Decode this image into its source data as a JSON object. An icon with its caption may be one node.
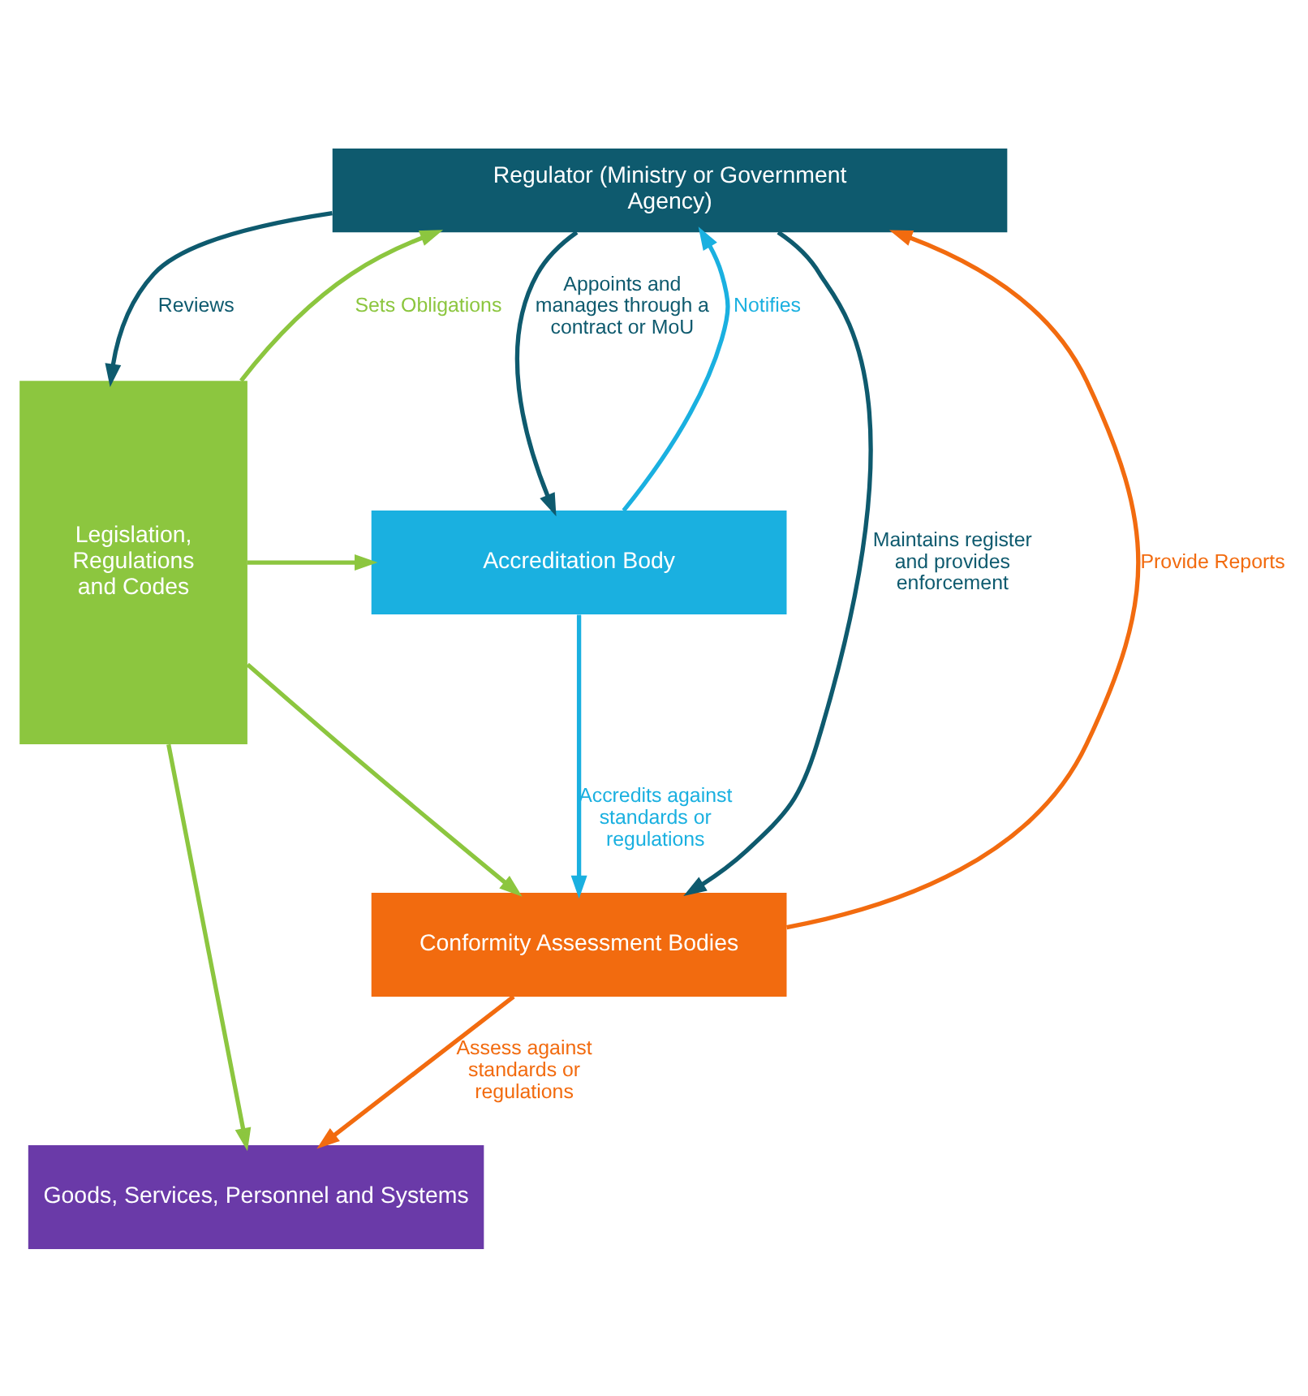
{
  "diagram": {
    "nodes": [
      {
        "text": [
          "Regulator (Ministry or Government Agency)"
        ]
      },
      {
        "text": [
          "Legislation, Regulations and Codes"
        ]
      },
      {
        "text": [
          "Accreditation Body"
        ]
      },
      {
        "text": [
          "Conformity Assessment Bodies"
        ]
      },
      {
        "text": [
          "Goods, Services, Personnel and Systems"
        ]
      }
    ],
    "edges": [
      {
        "from": 0,
        "to": 1,
        "arrow": "to",
        "label": "Reviews",
        "color": "#0e5a6e"
      },
      {
        "from": 1,
        "to": 0,
        "arrow": "to",
        "label": "Sets Obligations",
        "color": "#8cc63f"
      },
      {
        "from": 2,
        "to": 0,
        "arrow": "to",
        "label": "Notifies",
        "color": "#1ab0e0"
      },
      {
        "from": 0,
        "to": 2,
        "arrow": "to",
        "label": "Appoints and manages through a contract or MoU",
        "color": "#0e5a6e"
      },
      {
        "from": 1,
        "to": 2,
        "arrow": "to",
        "color": "#8cc63f"
      },
      {
        "from": 1,
        "to": 3,
        "arrow": "to",
        "color": "#8cc63f"
      },
      {
        "from": 1,
        "to": 4,
        "arrow": "to",
        "color": "#8cc63f"
      },
      {
        "from": 2,
        "to": 3,
        "arrow": "to",
        "label": "Accredits against standards or regulations",
        "color": "#1ab0e0"
      },
      {
        "from": 3,
        "to": 4,
        "arrow": "to",
        "label": "Assess against standards or regulations",
        "color": "#f26b0f"
      },
      {
        "from": 3,
        "to": 0,
        "arrow": "to",
        "label": "Provide Reports",
        "color": "#f26b0f"
      },
      {
        "from": 0,
        "to": 3,
        "arrow": "to",
        "label": "Maintains register and provides enforcement",
        "color": "#0e5a6e"
      }
    ]
  }
}
